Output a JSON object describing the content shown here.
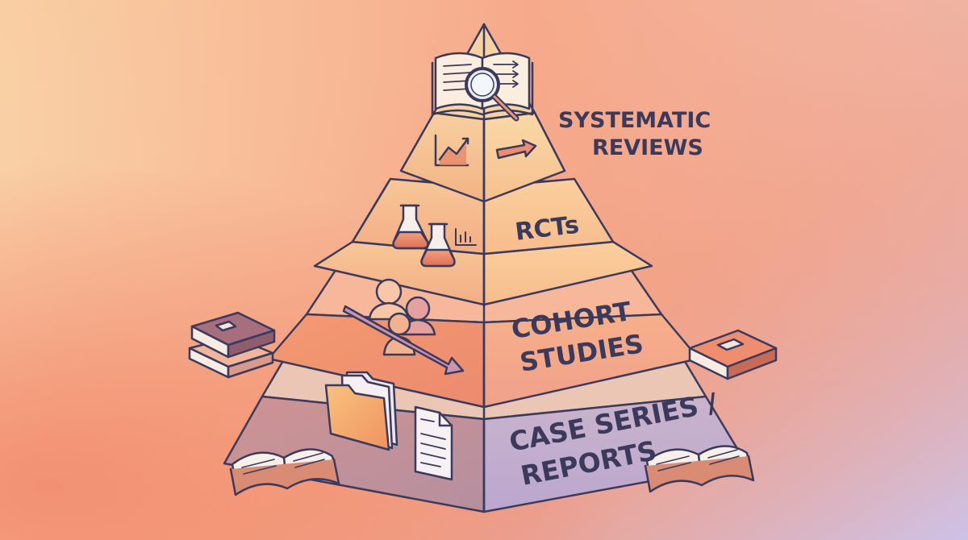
{
  "diagram": {
    "type": "evidence-pyramid",
    "colors": {
      "outline": "#3b3a5c",
      "background_top_left": "#f9cfa2",
      "background_bottom_left": "#f28a6e",
      "background_bottom_right": "#cbc4ee",
      "tier_top": "#f7c192",
      "tier_rcts": "#f9c394",
      "tier_cohort": "#f29a7a",
      "tier_case": "#c7a6b5",
      "label_text": "#3b3a5c"
    },
    "tiers": [
      {
        "id": "systematic-reviews",
        "label_lines": [
          "SYSTEMATIC",
          "REVIEWS"
        ],
        "icons": [
          "open-book-magnifier-icon",
          "line-chart-icon",
          "arrow-right-icon"
        ]
      },
      {
        "id": "rcts",
        "label_lines": [
          "RCTs"
        ],
        "icons": [
          "flask-icon",
          "flask-icon",
          "bar-chart-icon"
        ]
      },
      {
        "id": "cohort-studies",
        "label_lines": [
          "COHORT",
          "STUDIES"
        ],
        "icons": [
          "people-group-icon",
          "arrow-right-icon"
        ]
      },
      {
        "id": "case-series-reports",
        "label_lines": [
          "CASE SERIES /",
          "REPORTS"
        ],
        "icons": [
          "folder-stack-icon",
          "document-icon"
        ]
      }
    ],
    "decorations": [
      "closed-books-stack-icon",
      "closed-book-icon",
      "open-book-icon",
      "open-book-icon"
    ]
  }
}
